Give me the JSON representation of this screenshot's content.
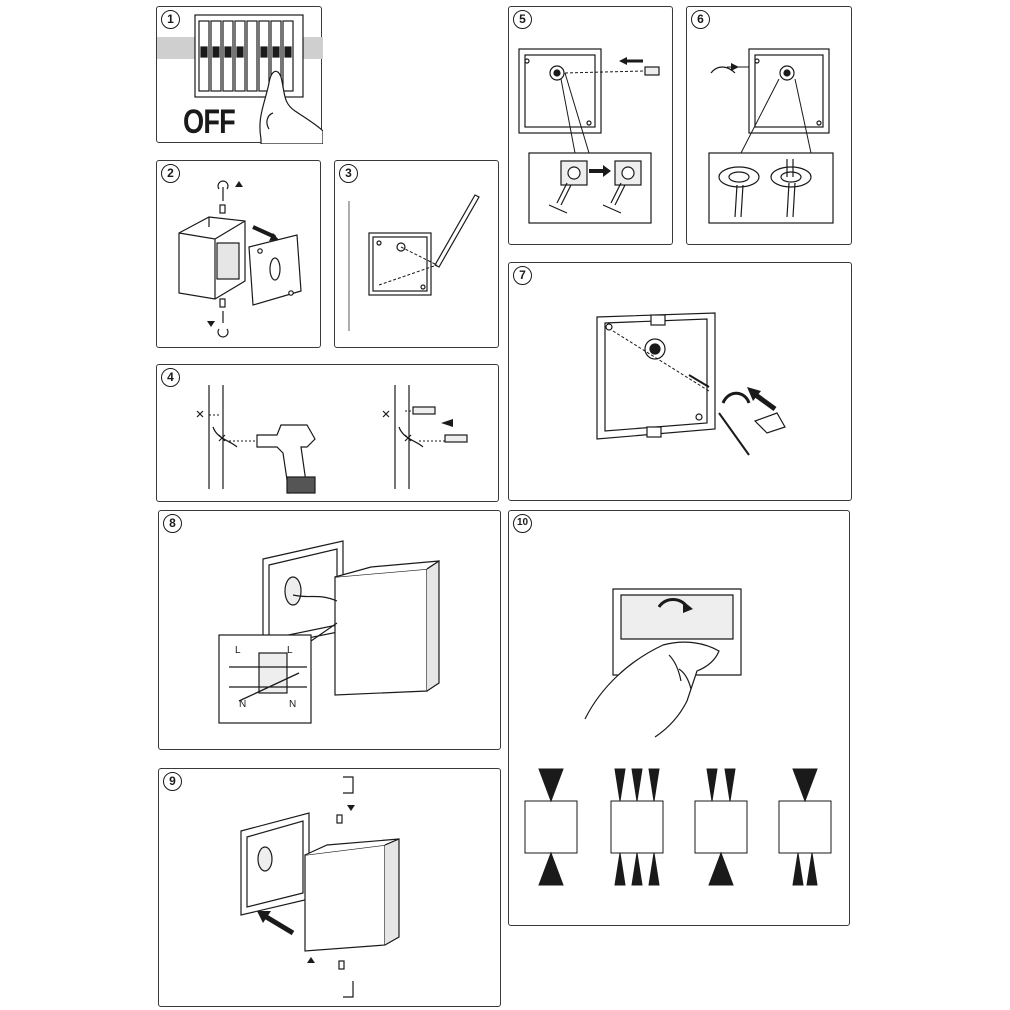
{
  "steps": [
    {
      "id": 1,
      "number": "1"
    },
    {
      "id": 2,
      "number": "2"
    },
    {
      "id": 3,
      "number": "3"
    },
    {
      "id": 4,
      "number": "4"
    },
    {
      "id": 5,
      "number": "5"
    },
    {
      "id": 6,
      "number": "6"
    },
    {
      "id": 7,
      "number": "7"
    },
    {
      "id": 8,
      "number": "8"
    },
    {
      "id": 9,
      "number": "9"
    },
    {
      "id": 10,
      "number": "10"
    }
  ],
  "step1": {
    "off_label": "OFF"
  },
  "step8": {
    "wire_labels": {
      "live_left": "L",
      "live_right": "L",
      "neutral_left": "N",
      "neutral_right": "N"
    }
  },
  "step10": {
    "beam_patterns": [
      "wide up / wide down",
      "triple up / triple down",
      "double up / wide down",
      "wide up / double down"
    ]
  },
  "colors": {
    "line": "#1a1a1a",
    "fill_light": "#eeeeee",
    "fill_mid": "#cfcfcf",
    "panel_border": "#3a3a3a"
  }
}
